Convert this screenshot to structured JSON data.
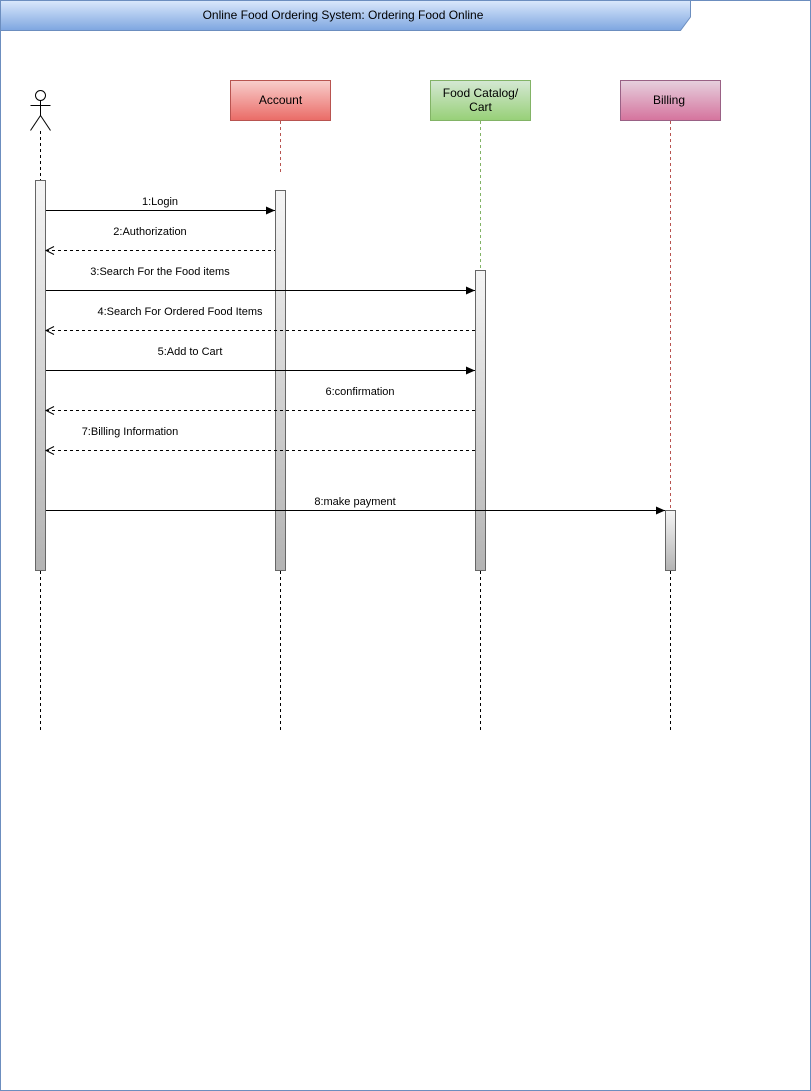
{
  "frame": {
    "title": "Online Food Ordering System: Ordering Food Online"
  },
  "participants": [
    {
      "id": "actor",
      "kind": "actor",
      "label": "",
      "icon": "stick-figure-actor-icon"
    },
    {
      "id": "account",
      "kind": "object",
      "label": "Account",
      "fill_top": "#f8cecc",
      "fill_bottom": "#ea6b66",
      "stroke": "#b85450",
      "lifeline_color": "#b85450"
    },
    {
      "id": "catalog",
      "kind": "object",
      "label_lines": [
        "Food Catalog/",
        "Cart"
      ],
      "fill_top": "#d5e8d4",
      "fill_bottom": "#97d077",
      "stroke": "#82b366",
      "lifeline_color": "#82b366"
    },
    {
      "id": "billing",
      "kind": "object",
      "label": "Billing",
      "fill_top": "#e6d0de",
      "fill_bottom": "#d5739d",
      "stroke": "#996185",
      "lifeline_color": "#b85450"
    }
  ],
  "messages": [
    {
      "label": "1:Login",
      "from": "actor",
      "to": "account",
      "kind": "sync"
    },
    {
      "label": "2:Authorization",
      "from": "account",
      "to": "actor",
      "kind": "return"
    },
    {
      "label": "3:Search For the Food items",
      "from": "actor",
      "to": "catalog",
      "kind": "sync"
    },
    {
      "label": "4:Search For Ordered Food Items",
      "from": "catalog",
      "to": "actor",
      "kind": "return"
    },
    {
      "label": "5:Add to Cart",
      "from": "actor",
      "to": "catalog",
      "kind": "sync"
    },
    {
      "label": "6:confirmation",
      "from": "catalog",
      "to": "actor",
      "kind": "return"
    },
    {
      "label": "7:Billing Information",
      "from": "catalog",
      "to": "actor",
      "kind": "return"
    },
    {
      "label": "8:make payment",
      "from": "actor",
      "to": "billing",
      "kind": "sync"
    }
  ],
  "colors": {
    "header_fill_top": "#dae8fc",
    "header_fill_bottom": "#7ea6e0",
    "frame_stroke": "#6c8ebf",
    "activation_fill_top": "#f5f5f5",
    "activation_fill_bottom": "#b3b3b3",
    "activation_stroke": "#666666"
  }
}
